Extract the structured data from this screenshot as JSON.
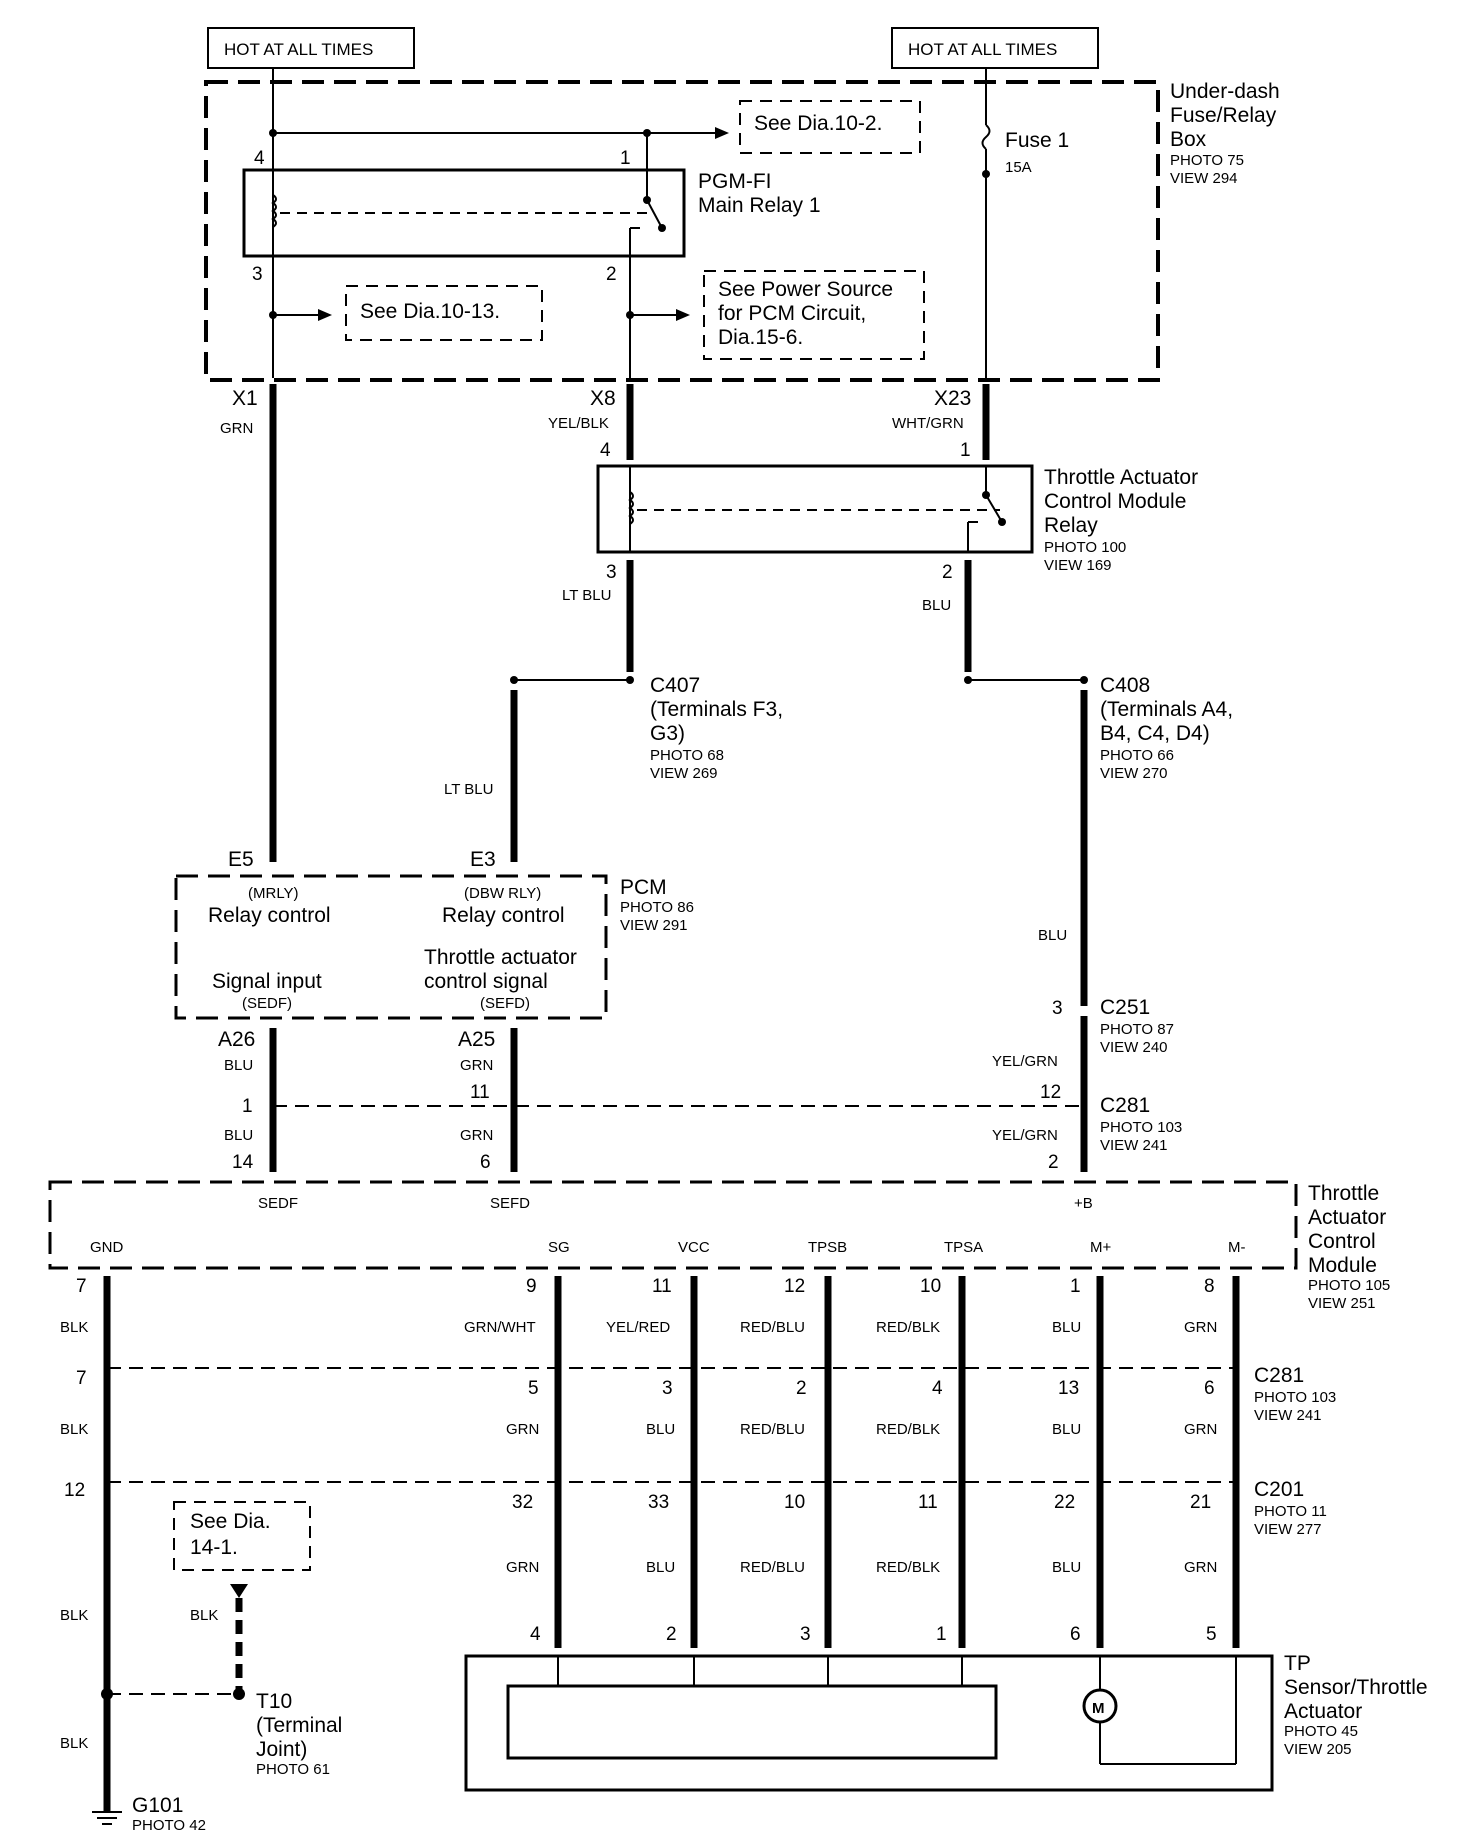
{
  "power": {
    "hot_left": "HOT AT ALL TIMES",
    "hot_right": "HOT AT ALL TIMES"
  },
  "fuse_box": {
    "name": "Under-dash Fuse/Relay Box",
    "name_l1": "Under-dash",
    "name_l2": "Fuse/Relay",
    "name_l3": "Box",
    "photo": "PHOTO 75",
    "view": "VIEW 294",
    "fuse_label": "Fuse 1",
    "fuse_rating": "15A",
    "note_dia_10_2": "See Dia.10-2.",
    "note_dia_10_13": "See Dia.10-13.",
    "note_power_l1": "See Power Source",
    "note_power_l2": "for PCM Circuit,",
    "note_power_l3": "Dia.15-6.",
    "relay_l1": "PGM-FI",
    "relay_l2": "Main Relay 1",
    "pin_4": "4",
    "pin_1": "1",
    "pin_3": "3",
    "pin_2": "2",
    "conn_x1": "X1",
    "conn_x8": "X8",
    "conn_x23": "X23",
    "wire_x1": "GRN",
    "wire_x8": "YEL/BLK",
    "wire_x23": "WHT/GRN"
  },
  "tac_relay": {
    "l1": "Throttle Actuator",
    "l2": "Control Module",
    "l3": "Relay",
    "photo": "PHOTO 100",
    "view": "VIEW 169",
    "pin_4": "4",
    "pin_1": "1",
    "pin_3": "3",
    "pin_2": "2",
    "wire_3": "LT BLU",
    "wire_2": "BLU"
  },
  "c407": {
    "name": "C407",
    "l2": "(Terminals F3,",
    "l3": "G3)",
    "photo": "PHOTO 68",
    "view": "VIEW 269",
    "wire": "LT BLU"
  },
  "c408": {
    "name": "C408",
    "l2": "(Terminals A4,",
    "l3": "B4, C4, D4)",
    "photo": "PHOTO 66",
    "view": "VIEW 270",
    "wire": "BLU"
  },
  "pcm": {
    "name": "PCM",
    "photo": "PHOTO 86",
    "view": "VIEW 291",
    "pin_e5": "E5",
    "pin_e3": "E3",
    "mrly": "(MRLY)",
    "relay_control_1": "Relay control",
    "dbw": "(DBW RLY)",
    "relay_control_2": "Relay control",
    "signal_input": "Signal input",
    "sedf": "(SEDF)",
    "tac_sig_l1": "Throttle actuator",
    "tac_sig_l2": "control signal",
    "sefd": "(SEFD)",
    "pin_a26": "A26",
    "pin_a25": "A25",
    "wire_a26": "BLU",
    "wire_a25": "GRN"
  },
  "c251": {
    "name": "C251",
    "photo": "PHOTO 87",
    "view": "VIEW 240",
    "pin": "3",
    "wire": "YEL/GRN"
  },
  "c281_top": {
    "name": "C281",
    "photo": "PHOTO 103",
    "view": "VIEW 241",
    "pin_a": "1",
    "pin_b": "11",
    "pin_c": "12",
    "wire_a": "BLU",
    "wire_b": "GRN",
    "wire_c": "YEL/GRN",
    "pin_a2": "14",
    "pin_b2": "6",
    "pin_c2": "2"
  },
  "tacm": {
    "l1": "Throttle",
    "l2": "Actuator",
    "l3": "Control",
    "l4": "Module",
    "photo": "PHOTO 105",
    "view": "VIEW 251",
    "sedf": "SEDF",
    "sefd": "SEFD",
    "plus_b": "+B",
    "terms": [
      "GND",
      "SG",
      "VCC",
      "TPSB",
      "TPSA",
      "M+",
      "M-"
    ],
    "pins": [
      "7",
      "9",
      "11",
      "12",
      "10",
      "1",
      "8"
    ],
    "wires": [
      "BLK",
      "GRN/WHT",
      "YEL/RED",
      "RED/BLU",
      "RED/BLK",
      "BLU",
      "GRN"
    ]
  },
  "c281_bot": {
    "name": "C281",
    "photo": "PHOTO 103",
    "view": "VIEW 241",
    "pins": [
      "7",
      "5",
      "3",
      "2",
      "4",
      "13",
      "6"
    ],
    "wires": [
      "BLK",
      "GRN",
      "BLU",
      "RED/BLU",
      "RED/BLK",
      "BLU",
      "GRN"
    ]
  },
  "c201": {
    "name": "C201",
    "photo": "PHOTO 11",
    "view": "VIEW 277",
    "pins": [
      "12",
      "32",
      "33",
      "10",
      "11",
      "22",
      "21"
    ],
    "wires": [
      "GRN",
      "BLU",
      "RED/BLU",
      "RED/BLK",
      "BLU",
      "GRN"
    ]
  },
  "ground": {
    "wire_1": "BLK",
    "wire_2": "BLK",
    "wire_3": "BLK",
    "see_l1": "See Dia.",
    "see_l2": "14-1.",
    "t10_l1": "T10",
    "t10_l2": "(Terminal",
    "t10_l3": "Joint)",
    "t10_photo": "PHOTO 61",
    "g101": "G101",
    "g101_photo": "PHOTO 42"
  },
  "tp_sensor": {
    "l1": "TP",
    "l2": "Sensor/Throttle",
    "l3": "Actuator",
    "photo": "PHOTO 45",
    "view": "VIEW 205",
    "pins": [
      "4",
      "2",
      "3",
      "1",
      "6",
      "5"
    ],
    "motor": "M"
  }
}
